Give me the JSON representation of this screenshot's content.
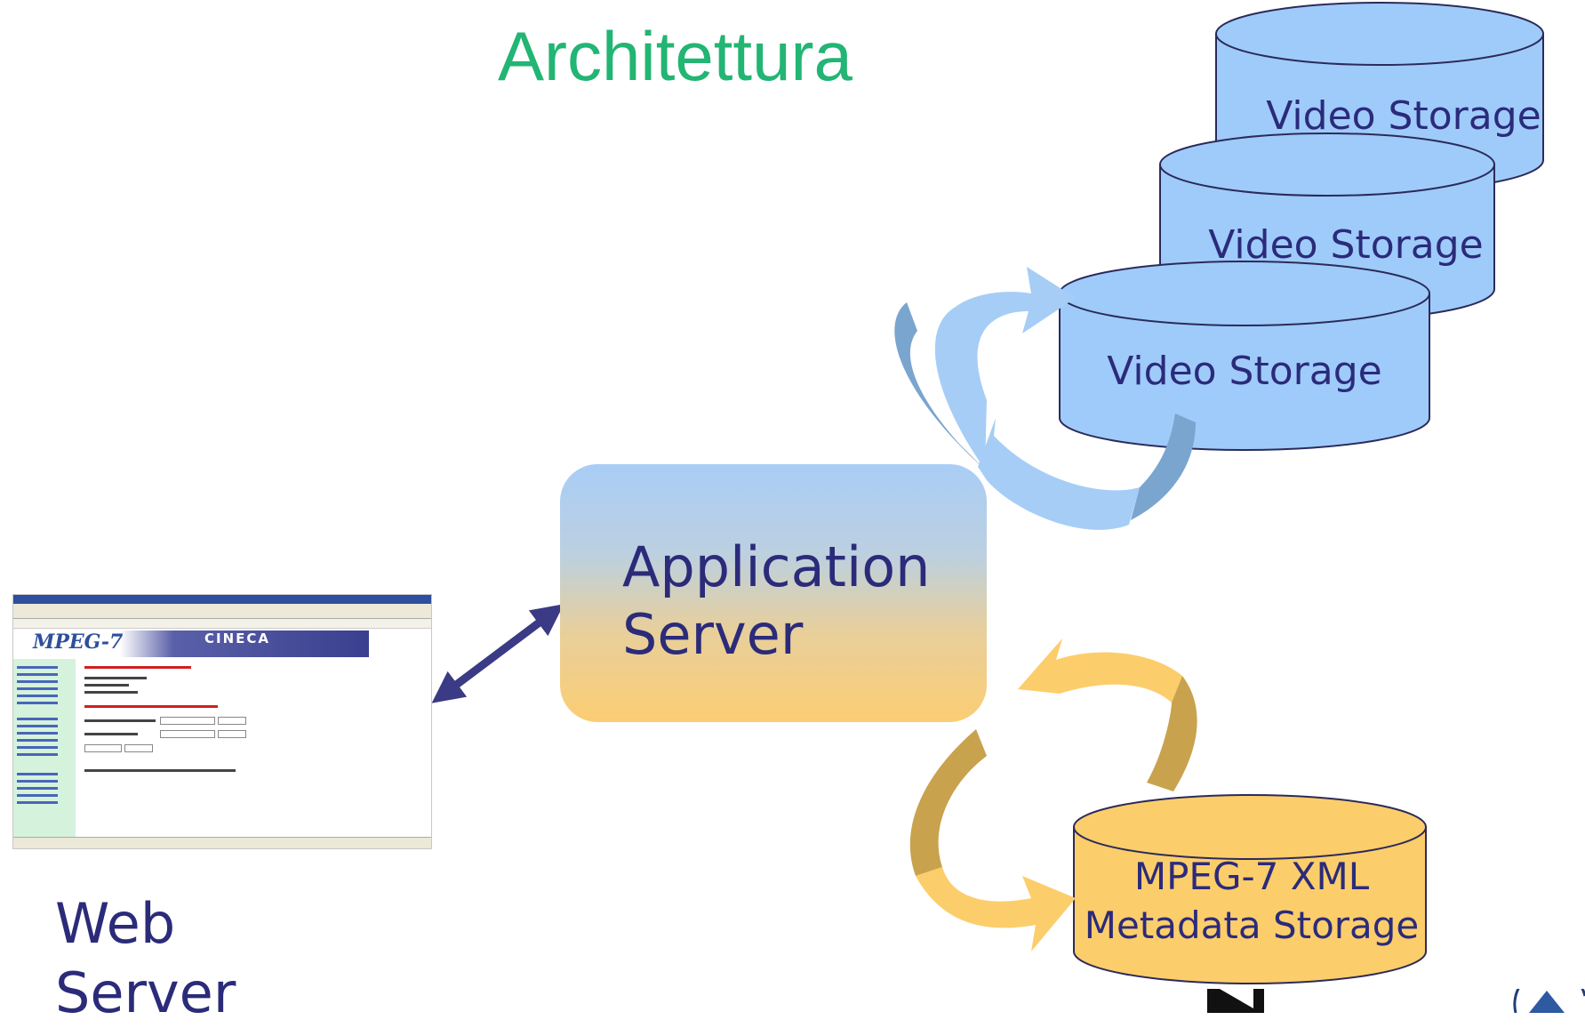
{
  "title": "Architettura",
  "nodes": {
    "video_storage_1": "Video Storage",
    "video_storage_2": "Video Storage",
    "video_storage_3": "Video Storage",
    "app_server_line1": "Application",
    "app_server_line2": "Server",
    "web_server_line1": "Web",
    "web_server_line2": "Server",
    "metadata_line1": "MPEG-7 XML",
    "metadata_line2": "Metadata Storage"
  },
  "thumbnail": {
    "logo_text": "MPEG-7",
    "banner_text": "CINECA"
  },
  "colors": {
    "title": "#22b573",
    "video_cylinder": "#9fcbfa",
    "metadata_cylinder": "#fccd6b",
    "label_text": "#2b2b7a",
    "blue_arrow": "#a6cdf5",
    "orange_arrow": "#fccd6b",
    "link_arrow": "#3a3a85"
  }
}
